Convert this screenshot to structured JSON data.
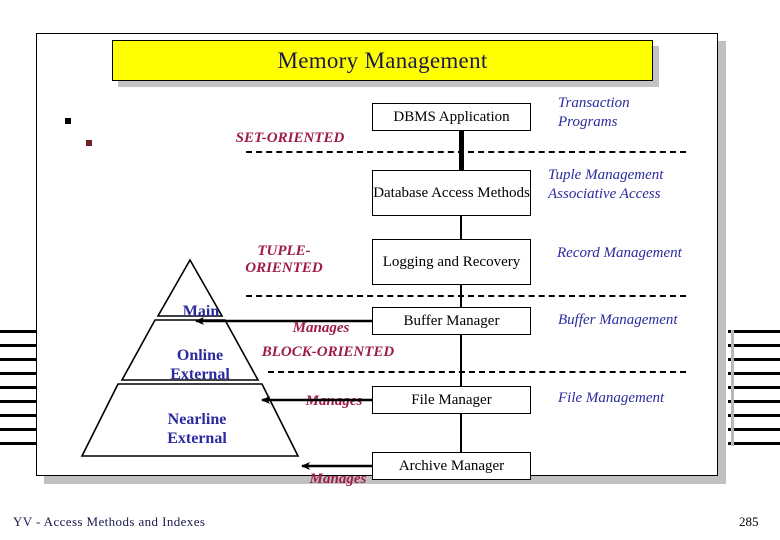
{
  "slide": {
    "title": "Memory Management",
    "footer": "YV  -  Access Methods and Indexes",
    "page_number": "285",
    "colors": {
      "title_bg": "#ffff00",
      "title_fg": "#1a1a4e",
      "crimson": "#9e1c47",
      "blue": "#2b2b9e",
      "frame": "#000000",
      "shadow": "#c0c0c0"
    }
  },
  "bullets": [
    {
      "name": "bullet-1",
      "color": "#000000"
    },
    {
      "name": "bullet-2",
      "color": "#6d1f28"
    }
  ],
  "center_boxes": [
    {
      "label": "DBMS Application"
    },
    {
      "label": "Database  Access\nMethods"
    },
    {
      "label": "Logging and\nRecovery"
    },
    {
      "label": "Buffer Manager"
    },
    {
      "label": "File Manager"
    },
    {
      "label": "Archive Manager"
    }
  ],
  "left_labels": {
    "set_oriented": "SET-ORIENTED",
    "tuple_oriented": "TUPLE-\nORIENTED",
    "block_oriented": "BLOCK-ORIENTED",
    "manages_1": "Manages",
    "manages_2": "Manages",
    "manages_3": "Manages"
  },
  "right_labels": [
    {
      "text": "Transaction\nPrograms"
    },
    {
      "text": "Tuple Management\nAssociative Access"
    },
    {
      "text": "Record Management"
    },
    {
      "text": "Buffer Management"
    },
    {
      "text": "File Management"
    }
  ],
  "pyramid": {
    "levels": [
      {
        "label": "Main"
      },
      {
        "label": "Online\nExternal"
      },
      {
        "label": "Nearline\nExternal"
      }
    ]
  }
}
